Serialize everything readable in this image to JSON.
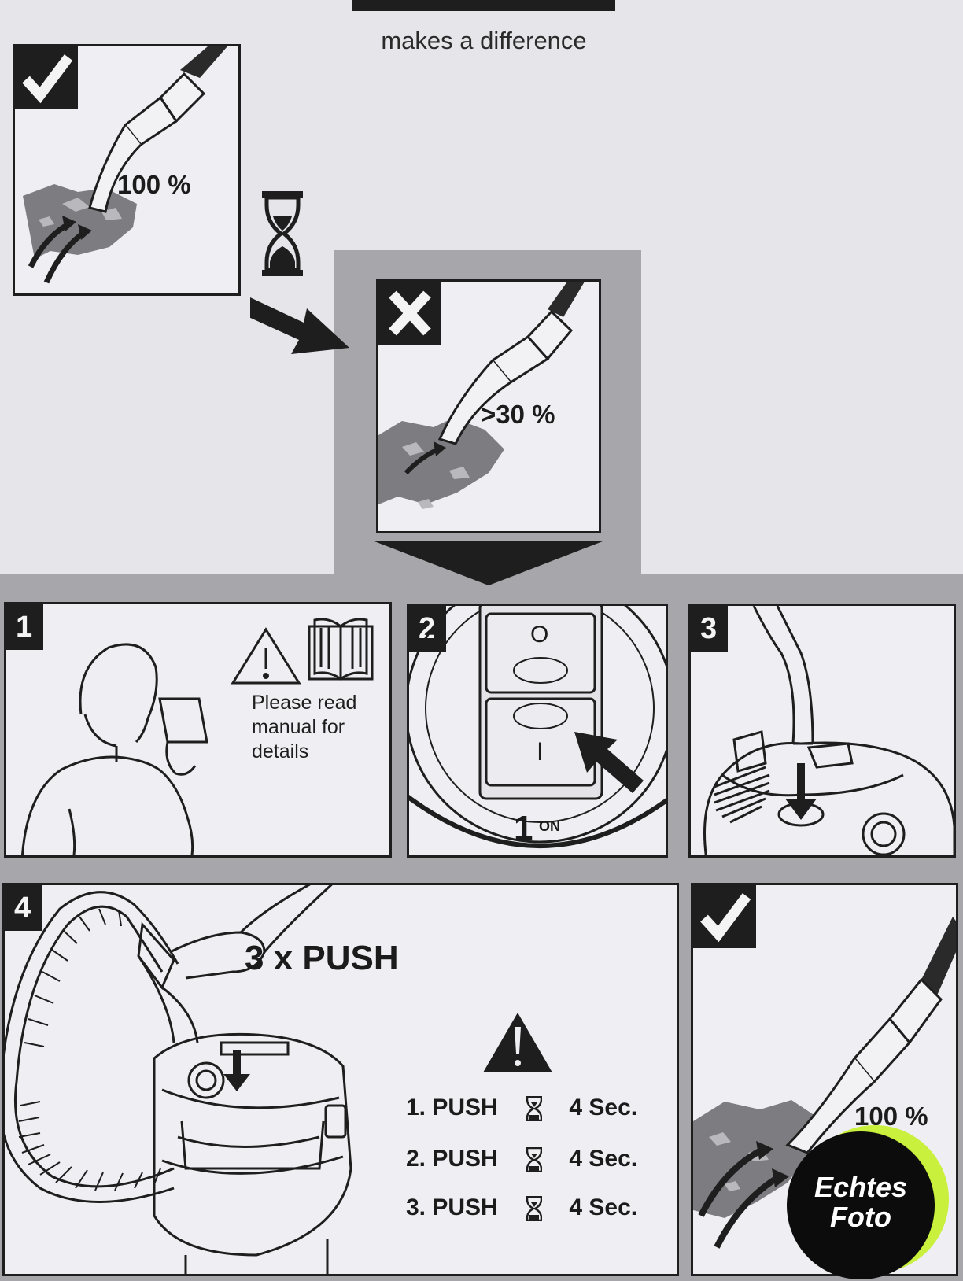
{
  "header": {
    "tagline": "makes a difference"
  },
  "top_panel": {
    "status": "check",
    "label": "100 %"
  },
  "middle_panel": {
    "status": "cross",
    "label": ">30 %"
  },
  "step1": {
    "number": "1",
    "note_line1": "Please read",
    "note_line2": "manual for",
    "note_line3": "details"
  },
  "step2": {
    "number": "2",
    "switch_off": "O",
    "switch_on": "I",
    "on_number": "1",
    "on_label": "ON"
  },
  "step3": {
    "number": "3"
  },
  "step4": {
    "number": "4",
    "push_title": "3 x PUSH",
    "pushes": [
      {
        "label": "1. PUSH",
        "duration": "4 Sec."
      },
      {
        "label": "2. PUSH",
        "duration": "4 Sec."
      },
      {
        "label": "3. PUSH",
        "duration": "4 Sec."
      }
    ]
  },
  "final_panel": {
    "status": "check",
    "label": "100 %"
  },
  "watermark": {
    "line1": "Echtes",
    "line2": "Foto"
  },
  "colors": {
    "background": "#e6e5ea",
    "gray_band": "#a7a6aa",
    "ink": "#1e1e1e",
    "panel": "#efeef2",
    "watermark_green": "#c8f03c"
  }
}
